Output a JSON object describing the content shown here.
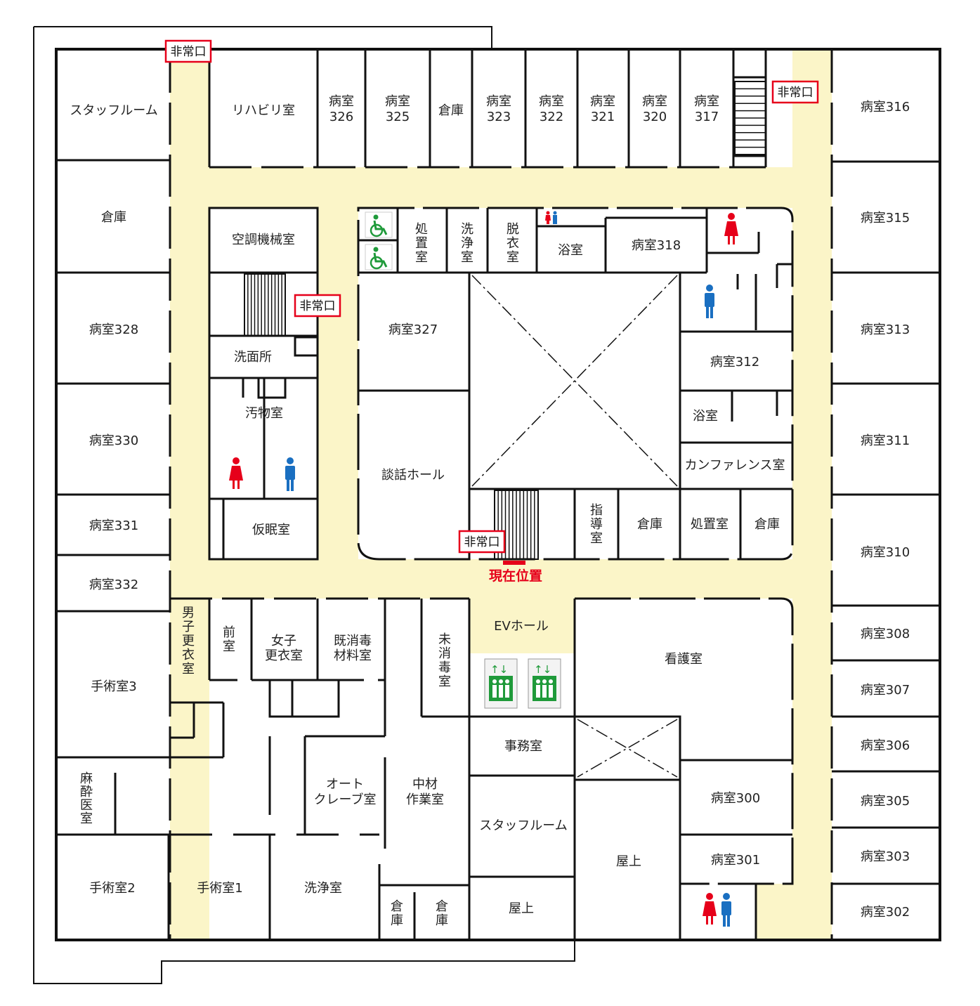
{
  "colors": {
    "corridor": "#fbf5c8",
    "wall": "#111111",
    "exit_border": "#e6001a",
    "current_position": "#e6001a",
    "female_icon": "#e6001a",
    "male_icon": "#1a6fc1",
    "accessible_icon": "#1f9a3a",
    "elevator_icon": "#1f9a3a"
  },
  "exit_label": "非常口",
  "current_position_label": "現在位置",
  "rooms": {
    "staff_room_nw": "スタッフルーム",
    "rehab": "リハビリ室",
    "r326": [
      "病室",
      "326"
    ],
    "r325": [
      "病室",
      "325"
    ],
    "storage_top": "倉庫",
    "r323": [
      "病室",
      "323"
    ],
    "r322": [
      "病室",
      "322"
    ],
    "r321": [
      "病室",
      "321"
    ],
    "r320": [
      "病室",
      "320"
    ],
    "r317": [
      "病室",
      "317"
    ],
    "r316": "病室316",
    "storage_w": "倉庫",
    "r315": "病室315",
    "ac_machine": "空調機械室",
    "treatment_v": [
      "処",
      "置",
      "室"
    ],
    "wash_v": [
      "洗",
      "浄",
      "室"
    ],
    "dressing_v": [
      "脱",
      "衣",
      "室"
    ],
    "bath_top": "浴室",
    "r318": "病室318",
    "r328": "病室328",
    "r327": "病室327",
    "r313": "病室313",
    "washroom": "洗面所",
    "r312": "病室312",
    "soiled": "汚物室",
    "bath_right": "浴室",
    "r330": "病室330",
    "r311": "病室311",
    "conference": "カンファレンス室",
    "lounge": "談話ホール",
    "nap": "仮眠室",
    "r331": "病室331",
    "guide_v": [
      "指",
      "導",
      "室"
    ],
    "storage_mid": "倉庫",
    "treatment_mid": "処置室",
    "storage_right": "倉庫",
    "r310": "病室310",
    "r332": "病室332",
    "male_locker_v": [
      "男",
      "子",
      "更",
      "衣",
      "室"
    ],
    "ante_v": [
      "前",
      "室"
    ],
    "female_locker": [
      "女子",
      "更衣室"
    ],
    "sterilized": [
      "既消毒",
      "材料室"
    ],
    "unsterilized_v": [
      "未",
      "消",
      "毒",
      "室"
    ],
    "ev_hall": "EVホール",
    "nurse_station": "看護室",
    "r308": "病室308",
    "or3": "手術室3",
    "r307": "病室307",
    "office": "事務室",
    "r306": "病室306",
    "anesthesia_v": [
      "麻",
      "酔",
      "医",
      "室"
    ],
    "autoclave": [
      "オート",
      "クレーブ室"
    ],
    "central_supply": [
      "中材",
      "作業室"
    ],
    "r300": "病室300",
    "r305": "病室305",
    "staff_room_center": "スタッフルーム",
    "rooftop_right": "屋上",
    "r301": "病室301",
    "r303": "病室303",
    "or2": "手術室2",
    "or1": "手術室1",
    "wash_room_bottom": "洗浄室",
    "storage_b1_v": [
      "倉",
      "庫"
    ],
    "storage_b2_v": [
      "倉",
      "庫"
    ],
    "rooftop_bottom": "屋上",
    "r302": "病室302"
  }
}
